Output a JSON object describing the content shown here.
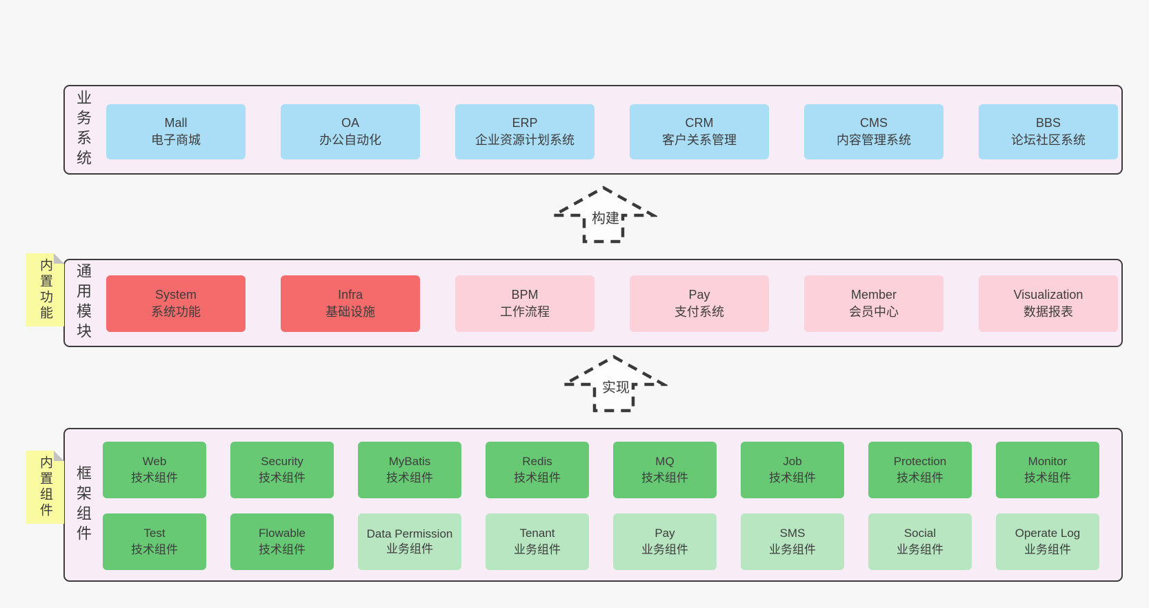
{
  "colors": {
    "page_bg": "#f7f7f7",
    "layer_bg": "#f8edf6",
    "layer_border": "#3b3b3b",
    "blue_node": "#aadef7",
    "red_node": "#f56b6b",
    "pink_node": "#fcd1d9",
    "green_node": "#67c973",
    "light_green_node": "#b8e6c1",
    "note_yellow": "#fafaa0",
    "note_fold_gray": "#c3c3c3",
    "arrow_stroke": "#3a3a3a"
  },
  "arrows": [
    {
      "label": "构建"
    },
    {
      "label": "实现"
    }
  ],
  "layers": [
    {
      "label": "业务系统",
      "boxes": [
        {
          "en": "Mall",
          "zh": "电子商城"
        },
        {
          "en": "OA",
          "zh": "办公自动化"
        },
        {
          "en": "ERP",
          "zh": "企业资源计划系统"
        },
        {
          "en": "CRM",
          "zh": "客户关系管理"
        },
        {
          "en": "CMS",
          "zh": "内容管理系统"
        },
        {
          "en": "BBS",
          "zh": "论坛社区系统"
        }
      ]
    },
    {
      "label": "通用模块",
      "note": "内置功能",
      "boxes": [
        {
          "en": "System",
          "zh": "系统功能"
        },
        {
          "en": "Infra",
          "zh": "基础设施"
        },
        {
          "en": "BPM",
          "zh": "工作流程"
        },
        {
          "en": "Pay",
          "zh": "支付系统"
        },
        {
          "en": "Member",
          "zh": "会员中心"
        },
        {
          "en": "Visualization",
          "zh": "数据报表"
        }
      ]
    },
    {
      "label": "框架组件",
      "note": "内置组件",
      "row1": [
        {
          "en": "Web",
          "zh": "技术组件"
        },
        {
          "en": "Security",
          "zh": "技术组件"
        },
        {
          "en": "MyBatis",
          "zh": "技术组件"
        },
        {
          "en": "Redis",
          "zh": "技术组件"
        },
        {
          "en": "MQ",
          "zh": "技术组件"
        },
        {
          "en": "Job",
          "zh": "技术组件"
        },
        {
          "en": "Protection",
          "zh": "技术组件"
        },
        {
          "en": "Monitor",
          "zh": "技术组件"
        }
      ],
      "row2": [
        {
          "en": "Test",
          "zh": "技术组件"
        },
        {
          "en": "Flowable",
          "zh": "技术组件"
        },
        {
          "en": "Data Permission",
          "zh": "业务组件"
        },
        {
          "en": "Tenant",
          "zh": "业务组件"
        },
        {
          "en": "Pay",
          "zh": "业务组件"
        },
        {
          "en": "SMS",
          "zh": "业务组件"
        },
        {
          "en": "Social",
          "zh": "业务组件"
        },
        {
          "en": "Operate Log",
          "zh": "业务组件"
        }
      ]
    }
  ]
}
